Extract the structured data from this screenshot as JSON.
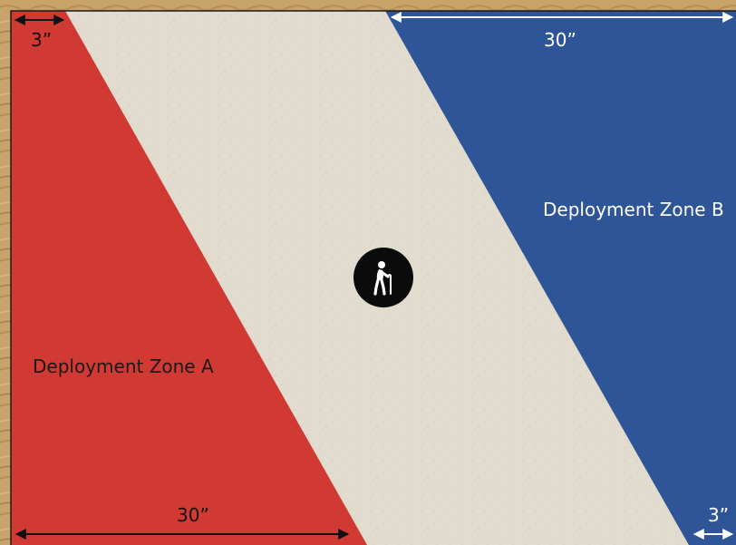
{
  "map": {
    "measurements": {
      "top_left": "3”",
      "top_right": "30”",
      "bottom_left": "30”",
      "bottom_right": "3”"
    },
    "zones": {
      "a": {
        "label": "Deployment Zone A",
        "color": "#d13a33"
      },
      "b": {
        "label": "Deployment Zone B",
        "color": "#2e5597"
      }
    },
    "center_marker": {
      "icon": "elderly-person-with-cane-icon"
    },
    "colors": {
      "border": "#c9a46a",
      "sand": "#e2dccf",
      "marker": "#0b0b0b"
    }
  }
}
